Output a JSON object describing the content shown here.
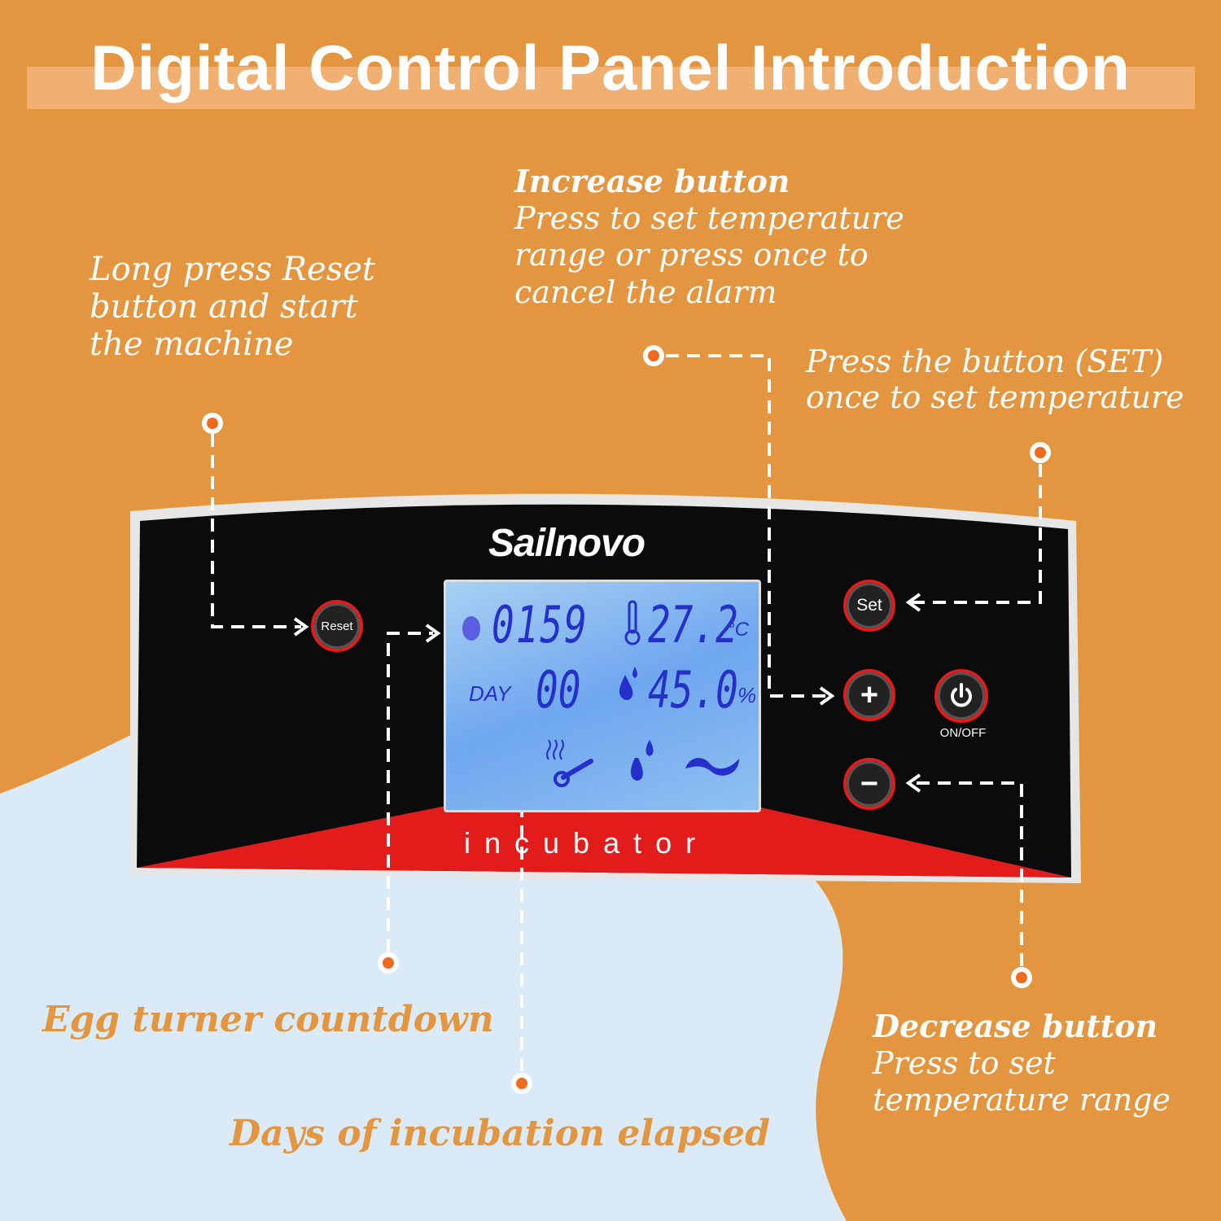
{
  "title": "Digital Control Panel Introduction",
  "callouts": {
    "reset": {
      "body": [
        "Long press Reset",
        "button and start",
        "the machine"
      ]
    },
    "increase": {
      "heading": "Increase button",
      "body": [
        "Press to set temperature",
        "range or press once to",
        "cancel the alarm"
      ]
    },
    "set": {
      "body": [
        "Press the button (SET)",
        "once to set temperature"
      ]
    },
    "egg_turner": {
      "body": "Egg turner countdown"
    },
    "days": {
      "body": "Days of incubation elapsed"
    },
    "decrease": {
      "heading": "Decrease button",
      "body": [
        "Press to set",
        "temperature range"
      ]
    }
  },
  "panel": {
    "brand": "Sailnovo",
    "product": "incubator",
    "buttons": {
      "reset": "Reset",
      "set": "Set",
      "plus": "+",
      "minus": "−",
      "onoff": "ON/OFF"
    },
    "lcd": {
      "countdown": "0159",
      "day_label": "DAY",
      "days": "00",
      "temperature": "27.2",
      "temp_unit": "°C",
      "humidity": "45.0",
      "humidity_unit": "%"
    }
  },
  "colors": {
    "background": "#e3963f",
    "light_blue": "#dbeaf7",
    "accent_red": "#e21b1b",
    "dot": "#f06a1e"
  }
}
